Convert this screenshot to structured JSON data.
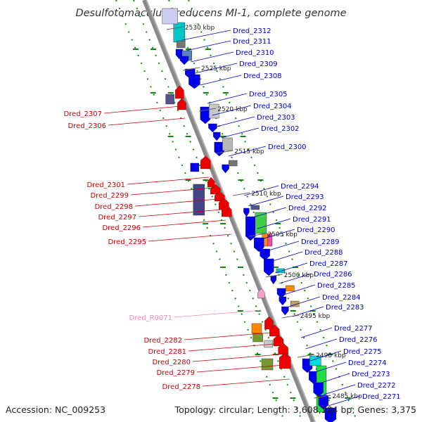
{
  "title": "Desulfotomaculum reducens MI-1, complete genome",
  "accession": "Accession: NC_009253",
  "topology": "Topology: circular; Length: 3,608,104 bp; Genes: 3,375",
  "colors": {
    "forward_label": "#0000cc",
    "reverse_label": "#cc0000",
    "rna_label": "#e88ab8",
    "gene_blue": "#0000ee",
    "gene_red": "#ee0000",
    "backbone": "#888888",
    "tick_green": "#118811"
  },
  "kbp_markers": [
    "2530 kbp",
    "2525 kbp",
    "2520 kbp",
    "2515 kbp",
    "2510 kbp",
    "2505 kbp",
    "2500 kbp",
    "2495 kbp",
    "2490 kbp",
    "2485 kbp"
  ],
  "forward_genes": [
    "Dred_2312",
    "Dred_2311",
    "Dred_2310",
    "Dred_2309",
    "Dred_2308",
    "Dred_2305",
    "Dred_2304",
    "Dred_2303",
    "Dred_2302",
    "Dred_2300",
    "Dred_2294",
    "Dred_2293",
    "Dred_2292",
    "Dred_2291",
    "Dred_2290",
    "Dred_2289",
    "Dred_2288",
    "Dred_2287",
    "Dred_2286",
    "Dred_2285",
    "Dred_2284",
    "Dred_2283",
    "Dred_2277",
    "Dred_2276",
    "Dred_2275",
    "Dred_2274",
    "Dred_2273",
    "Dred_2272",
    "Dred_2271"
  ],
  "reverse_genes": [
    "Dred_2307",
    "Dred_2306",
    "Dred_2301",
    "Dred_2299",
    "Dred_2298",
    "Dred_2297",
    "Dred_2296",
    "Dred_2295",
    "Dred_R0071",
    "Dred_2282",
    "Dred_2281",
    "Dred_2280",
    "Dred_2279",
    "Dred_2278"
  ]
}
